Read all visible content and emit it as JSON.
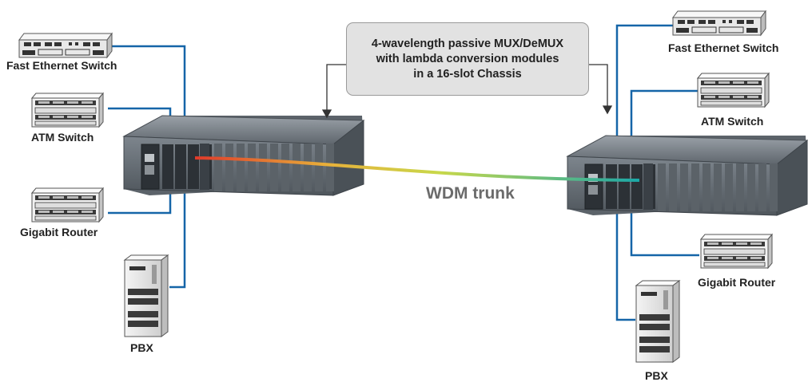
{
  "callout": {
    "line1": "4-wavelength passive MUX/DeMUX",
    "line2": "with lambda conversion modules",
    "line3": "in a 16-slot Chassis"
  },
  "trunk_label": "WDM trunk",
  "left_site": {
    "devices": [
      "Fast Ethernet Switch",
      "ATM Switch",
      "Gigabit Router",
      "PBX"
    ]
  },
  "right_site": {
    "devices": [
      "Fast Ethernet Switch",
      "ATM Switch",
      "Gigabit Router",
      "PBX"
    ]
  },
  "colors": {
    "link": "#1565a8",
    "trunk_start": "#e03a2a",
    "trunk_mid": "#c8d84a",
    "trunk_end": "#1aa8a8",
    "chassis": "#6f7780",
    "callout_fill": "#e2e2e2"
  }
}
